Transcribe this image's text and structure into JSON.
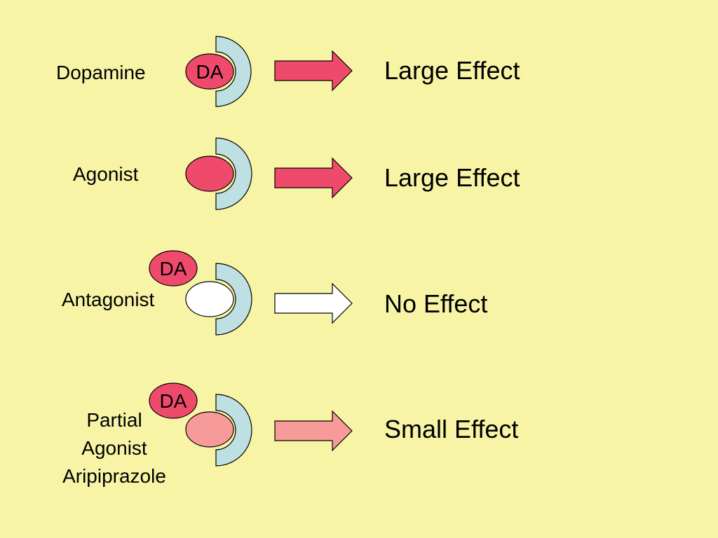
{
  "colors": {
    "background": "#f8f4a6",
    "receptor": "#bfe0e2",
    "dopamine": "#ef4a6c",
    "antagonist": "#ffffff",
    "partial_agonist": "#f69a9a",
    "stroke": "#000000"
  },
  "rows": [
    {
      "label": "Dopamine",
      "ligand_text": "DA",
      "ligand_fill": "#ef4a6c",
      "arrow_fill": "#ef4a6c",
      "effect": "Large Effect"
    },
    {
      "label": "Agonist",
      "ligand_fill": "#ef4a6c",
      "arrow_fill": "#ef4a6c",
      "effect": "Large Effect"
    },
    {
      "label": "Antagonist",
      "displaced_text": "DA",
      "ligand_fill": "#ffffff",
      "arrow_fill": "#ffffff",
      "effect": "No Effect"
    },
    {
      "label_lines": [
        "Partial",
        "Agonist",
        "Aripiprazole"
      ],
      "displaced_text": "DA",
      "ligand_fill": "#f69a9a",
      "arrow_fill": "#f69a9a",
      "effect": "Small Effect"
    }
  ]
}
